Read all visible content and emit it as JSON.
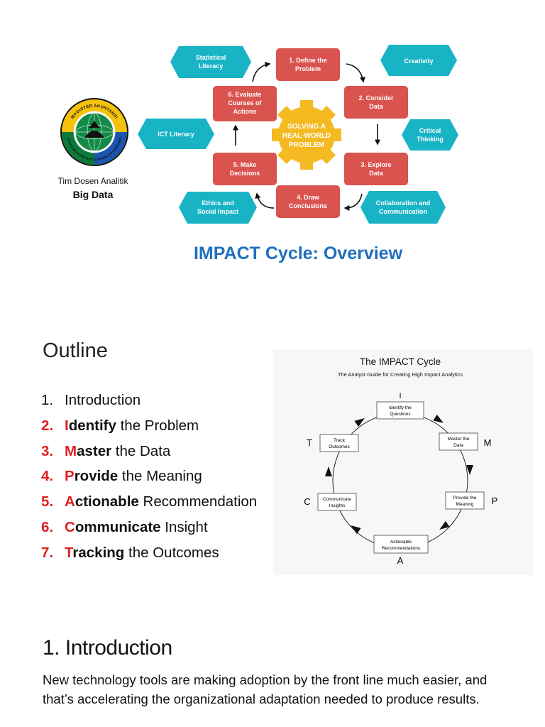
{
  "slide1": {
    "logo": {
      "ring_text_top": "MAGISTER AKUNTANSI",
      "ring_text_left": "FAKULTAS EKONOMI DAN BISNIS",
      "ring_text_right": "UNIVERSITAS TRISAKTI"
    },
    "team": "Tim Dosen Analitik",
    "course": "Big Data",
    "title": "IMPACT Cycle: Overview",
    "center": [
      "SOLVING A",
      "REAL-WORLD",
      "PROBLEM"
    ],
    "steps": [
      [
        "1. Define the",
        "Problem"
      ],
      [
        "2. Consider",
        "Data"
      ],
      [
        "3. Explore",
        "Data"
      ],
      [
        "4. Draw",
        "Conclusions"
      ],
      [
        "5. Make",
        "Decisions"
      ],
      [
        "6. Evaluate",
        "Courses of",
        "Actions"
      ]
    ],
    "skills": [
      [
        "Statistical",
        "Literacy"
      ],
      [
        "Creativity"
      ],
      [
        "ICT Literacy"
      ],
      [
        "Critical",
        "Thinking"
      ],
      [
        "Ethics and",
        "Social Impact"
      ],
      [
        "Collaboration and",
        "Communication"
      ]
    ],
    "colors": {
      "step_fill": "#d9534f",
      "skill_fill": "#19b3c6",
      "gear_fill": "#f5b921",
      "title": "#1f6fbf"
    }
  },
  "slide2": {
    "heading": "Outline",
    "items": [
      {
        "num": "1.",
        "initial": "",
        "rest_bold": "",
        "text": "Introduction"
      },
      {
        "num": "2.",
        "initial": "I",
        "rest_bold": "dentify",
        "text": " the Problem"
      },
      {
        "num": "3.",
        "initial": "M",
        "rest_bold": "aster",
        "text": " the Data"
      },
      {
        "num": "4.",
        "initial": "P",
        "rest_bold": "rovide",
        "text": " the Meaning"
      },
      {
        "num": "5.",
        "initial": "A",
        "rest_bold": "ctionable",
        "text": " Recommendation"
      },
      {
        "num": "6.",
        "initial": "C",
        "rest_bold": "ommunicate",
        "text": " Insight"
      },
      {
        "num": "7.",
        "initial": "T",
        "rest_bold": "racking",
        "text": " the Outcomes"
      }
    ],
    "figure": {
      "title": "The IMPACT Cycle",
      "subtitle": "The Analyst Guide for Creating High Impact Analytics",
      "nodes": [
        {
          "letter": "I",
          "lines": [
            "Identify the",
            "Questions"
          ]
        },
        {
          "letter": "M",
          "lines": [
            "Master the",
            "Data"
          ]
        },
        {
          "letter": "P",
          "lines": [
            "Provide the",
            "Meaning"
          ]
        },
        {
          "letter": "A",
          "lines": [
            "Actionable",
            "Recommendations"
          ]
        },
        {
          "letter": "C",
          "lines": [
            "Communicate",
            "Insights"
          ]
        },
        {
          "letter": "T",
          "lines": [
            "Track",
            "Outcomes"
          ]
        }
      ]
    }
  },
  "slide3": {
    "heading": "1. Introduction",
    "body": "New technology tools are making adoption by the front line much easier, and that’s accelerating the organizational adaptation needed to produce results."
  }
}
